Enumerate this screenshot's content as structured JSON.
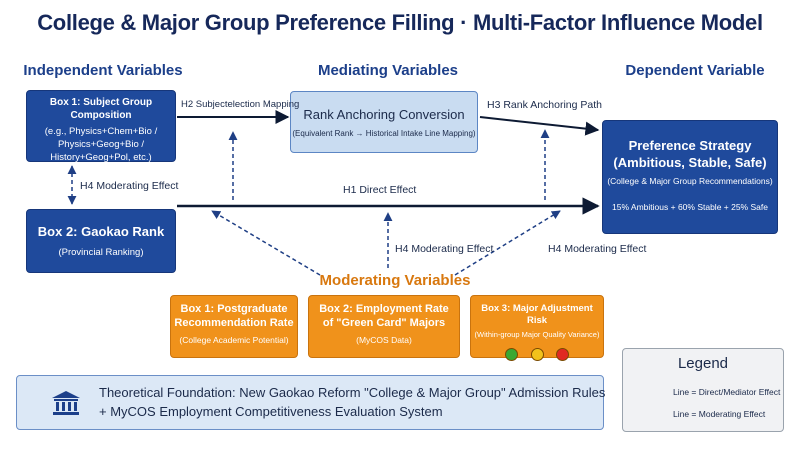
{
  "title": "College & Major Group Preference Filling · Multi-Factor Influence Model",
  "headers": {
    "independent": "Independent Variables",
    "mediating": "Mediating Variables",
    "dependent": "Dependent Variable",
    "moderating": "Moderating Variables"
  },
  "boxes": {
    "subject_group": {
      "title": "Box 1: Subject Group Composition",
      "lines": [
        "(e.g., Physics+Chem+Bio /",
        "Physics+Geog+Bio /",
        "History+Geog+Pol, etc.)"
      ]
    },
    "gaokao_rank": {
      "title": "Box 2: Gaokao Rank",
      "sub": "(Provincial Ranking)"
    },
    "rank_anchoring": {
      "title": "Rank Anchoring Conversion",
      "sub": "(Equivalent Rank → Historical Intake Line Mapping)"
    },
    "preference_strategy": {
      "title_1": "Preference Strategy",
      "title_2": "(Ambitious, Stable, Safe)",
      "sub": "(College & Major Group Recommendations)",
      "ratio": "15% Ambitious + 60% Stable + 25% Safe"
    },
    "postgrad": {
      "title_1": "Box 1: Postgraduate",
      "title_2": "Recommendation Rate",
      "sub": "(College Academic Potential)"
    },
    "employment": {
      "title_1": "Box 2: Employment Rate",
      "title_2": "of \"Green Card\" Majors",
      "sub": "(MyCOS Data)"
    },
    "adjustment_risk": {
      "title": "Box 3: Major Adjustment Risk",
      "sub": "(Within-group Major Quality Variance)"
    }
  },
  "edges": {
    "h2": "H2 Subjectelection Mapping",
    "h3": "H3 Rank Anchoring Path",
    "h1": "H1 Direct Effect",
    "h4_left": "H4 Moderating Effect",
    "h4_mid": "H4 Moderating Effect",
    "h4_right": "H4 Moderating Effect"
  },
  "foundation": {
    "line_1": "Theoretical Foundation: New Gaokao Reform \"College & Major Group\" Admission Rules",
    "line_2": "+ MyCOS Employment Competitiveness Evaluation System",
    "icon": "institution-icon"
  },
  "legend": {
    "title": "Legend",
    "solid": "Line = Direct/Mediator Effect",
    "dashed": "Line = Moderating Effect"
  },
  "colors": {
    "navy": "#1f4a9c",
    "light_blue": "#c9dcf1",
    "orange": "#f0921b",
    "traffic_lights": [
      "#3aa832",
      "#f2c21b",
      "#e02a22"
    ]
  }
}
